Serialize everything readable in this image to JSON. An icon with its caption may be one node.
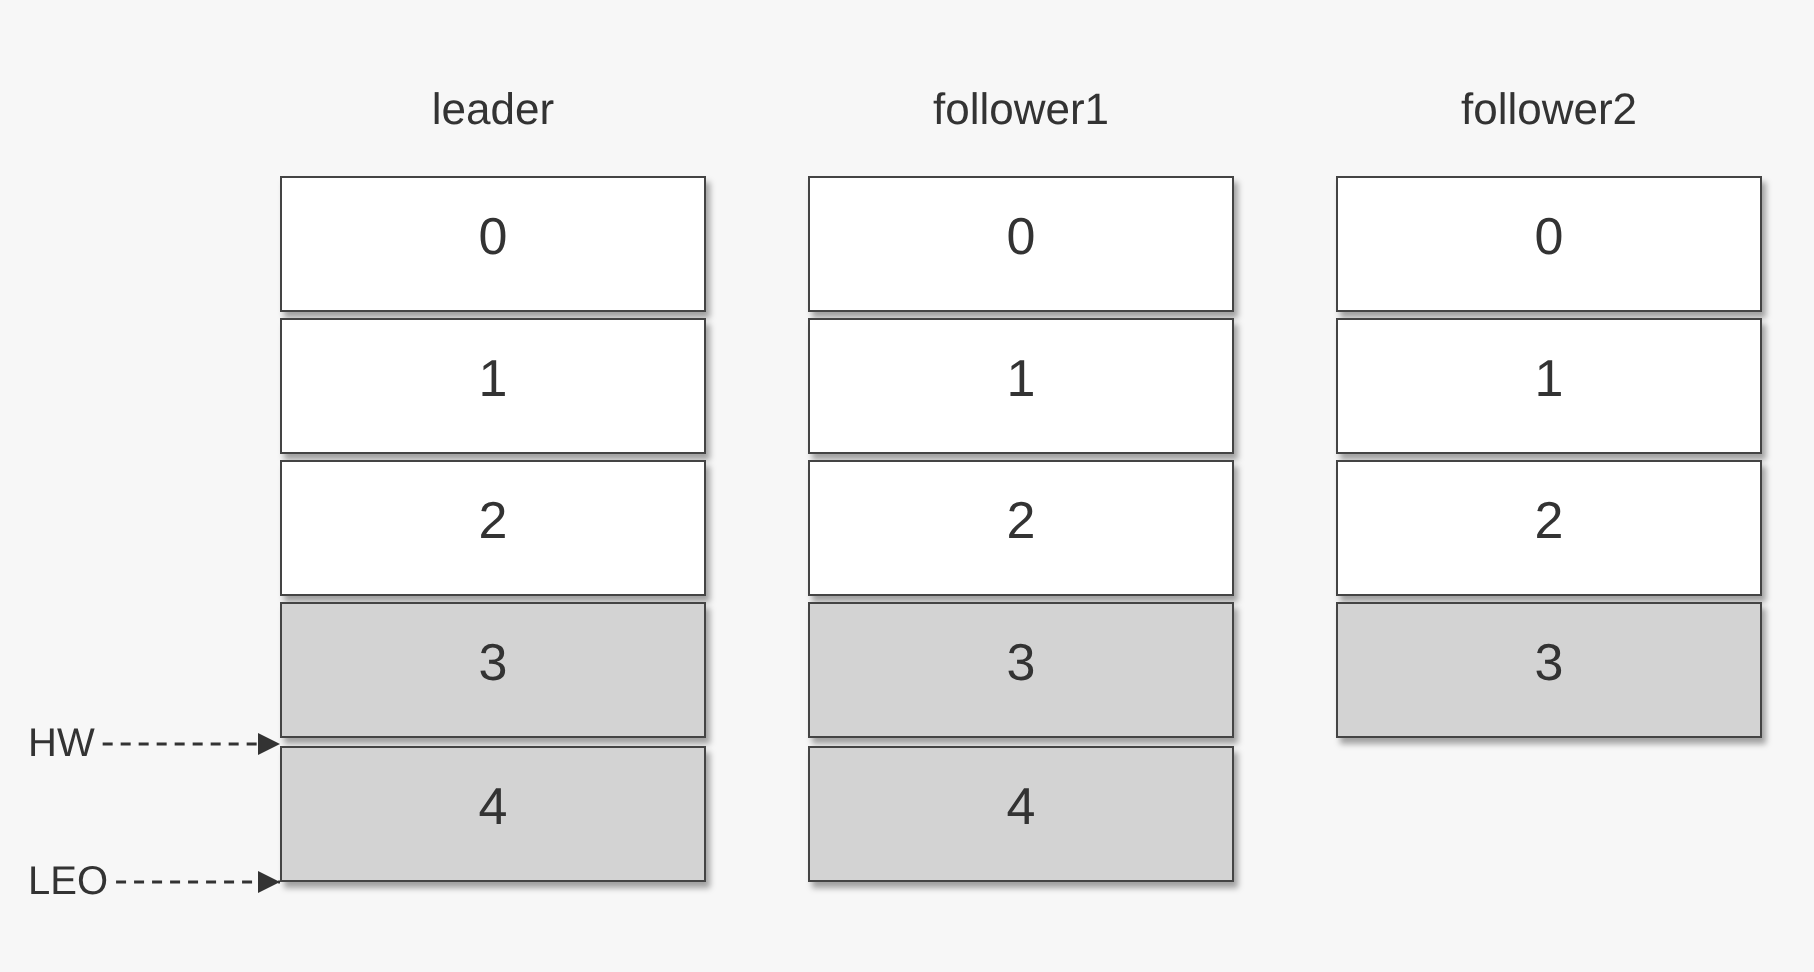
{
  "diagram": {
    "nodes": [
      {
        "text": [
          "0"
        ]
      },
      {
        "text": [
          "1"
        ]
      },
      {
        "text": [
          "2"
        ]
      },
      {
        "text": [
          "3"
        ]
      },
      {
        "text": [
          "4"
        ]
      },
      {
        "text": [
          "0"
        ]
      },
      {
        "text": [
          "1"
        ]
      },
      {
        "text": [
          "2"
        ]
      },
      {
        "text": [
          "3"
        ]
      },
      {
        "text": [
          "4"
        ]
      },
      {
        "text": [
          "0"
        ]
      },
      {
        "text": [
          "1"
        ]
      },
      {
        "text": [
          "2"
        ]
      },
      {
        "text": [
          "3"
        ]
      },
      {
        "text": [
          "HW"
        ]
      },
      {
        "text": [
          "LEO"
        ]
      }
    ],
    "edges": [
      {
        "from": 14,
        "to": 4,
        "arrow": "to",
        "style": "dashed"
      },
      {
        "from": 15,
        "to": 4,
        "arrow": "to",
        "style": "dashed"
      }
    ],
    "labels": [
      "leader",
      "follower1",
      "follower2"
    ]
  }
}
